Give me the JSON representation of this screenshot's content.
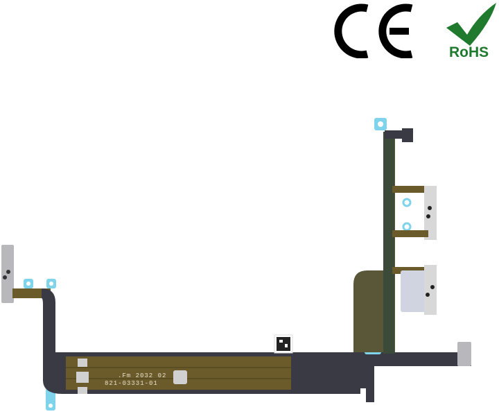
{
  "marks": {
    "ce": "CE",
    "rohs": "RoHS"
  },
  "cable": {
    "date_code": ".Fm 2032 02",
    "part_number": "821-03331-01"
  },
  "colors": {
    "rohs_green": "#1f7a2e",
    "flex_amber": "#6b5a2a",
    "flex_dark": "#3a3a44",
    "adhesive_blue": "#7fd3ea",
    "metal": "#c8c8cc"
  }
}
